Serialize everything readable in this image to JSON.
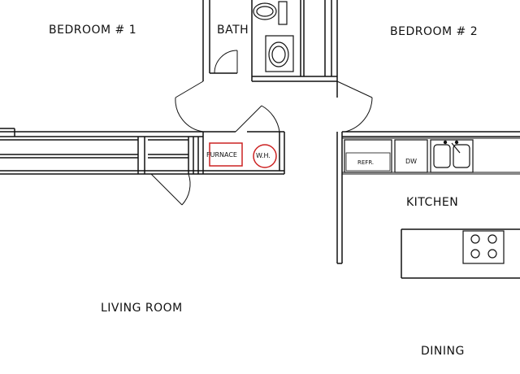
{
  "rooms": {
    "bedroom1": "BEDROOM # 1",
    "bath": "BATH",
    "bedroom2": "BEDROOM # 2",
    "kitchen": "KITCHEN",
    "living_room": "LIVING ROOM",
    "dining": "DINING"
  },
  "fixtures": {
    "furnace": "FURNACE",
    "water_heater": "W.H.",
    "refrigerator": "REFR.",
    "dishwasher": "DW"
  },
  "colors": {
    "wall": "#111111",
    "highlight": "#cc2222",
    "background": "#ffffff"
  }
}
